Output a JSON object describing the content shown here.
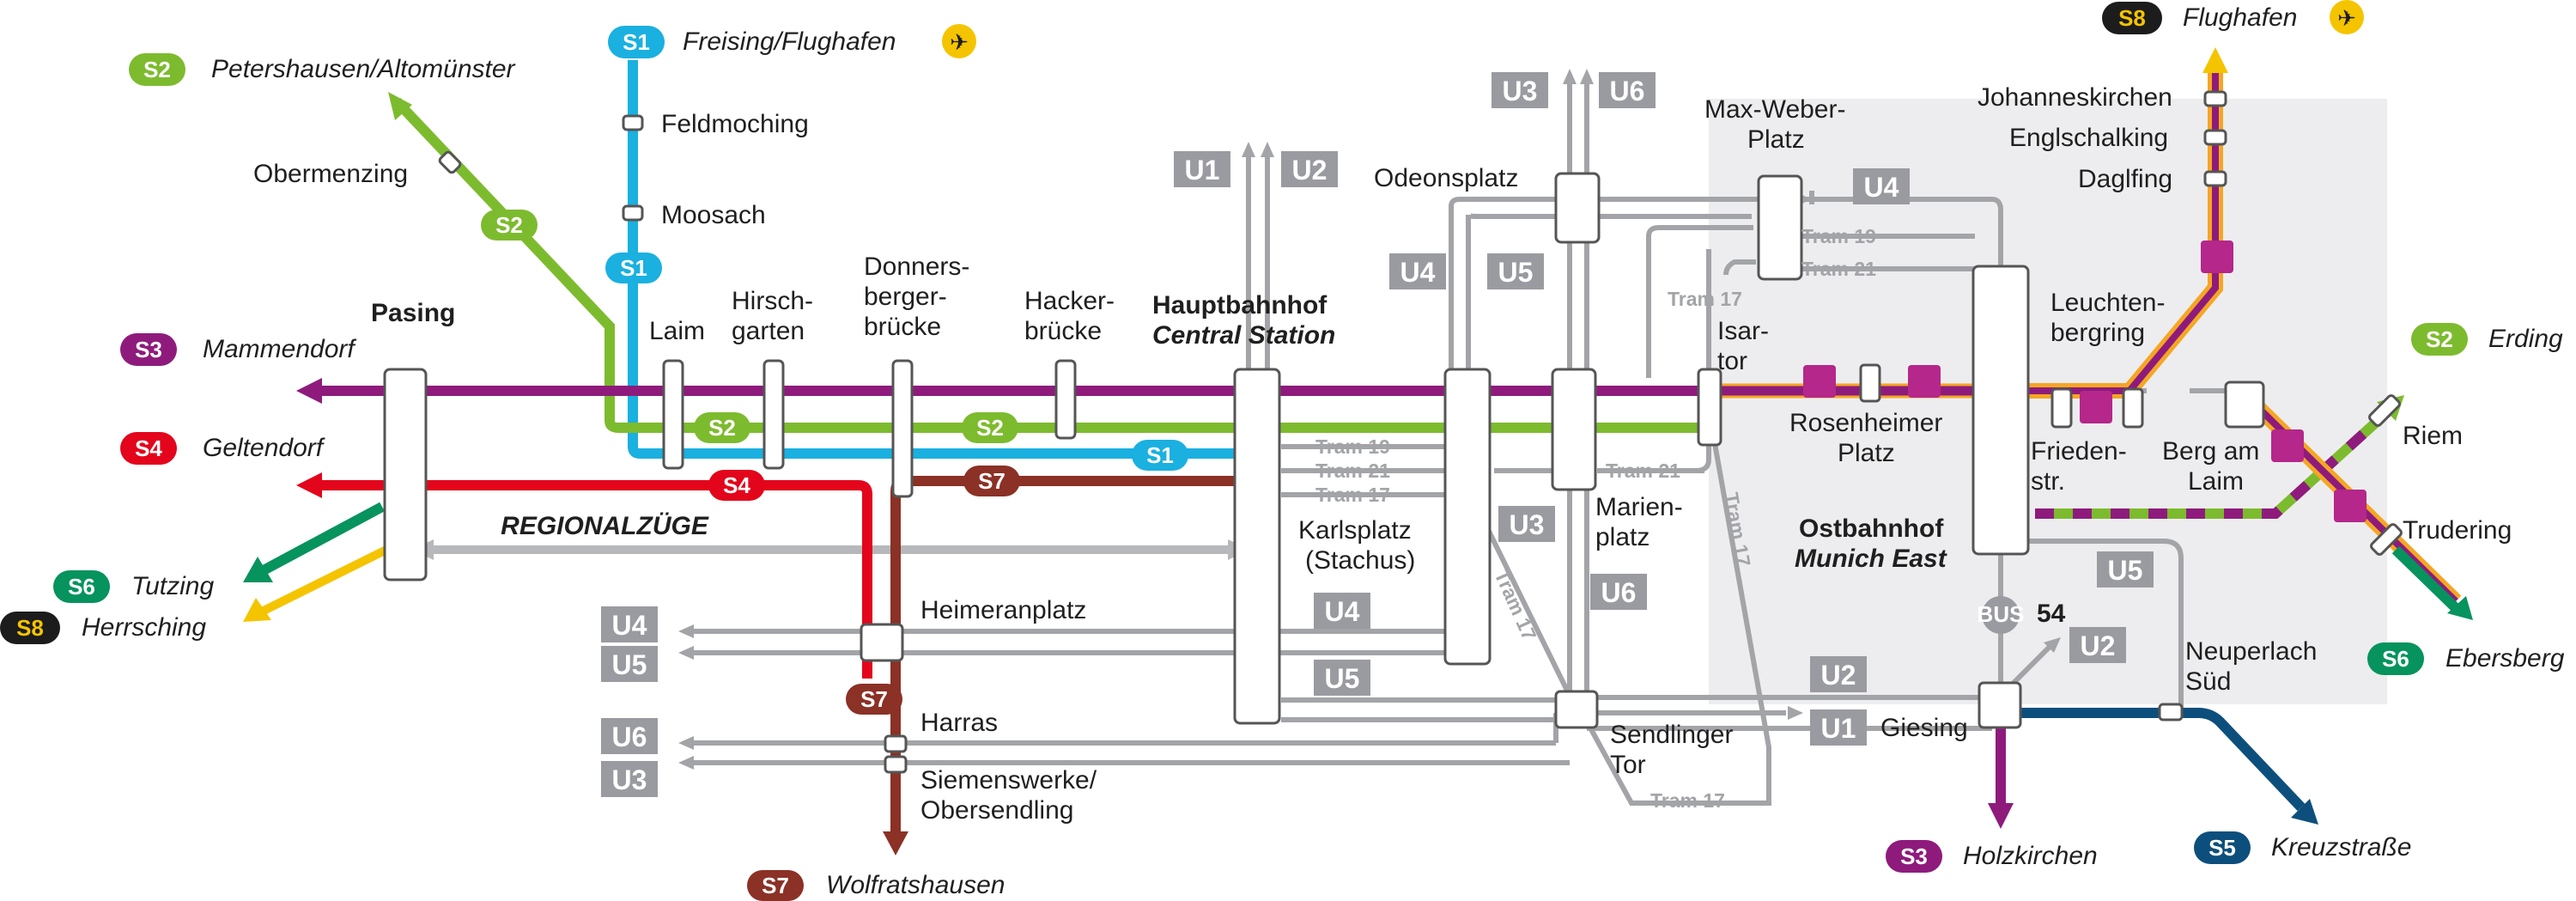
{
  "colors": {
    "s1": "#1ab0e0",
    "s2": "#7dbb2e",
    "s3": "#8e1b7c",
    "s4": "#e3051b",
    "s5": "#0d4f7c",
    "s6": "#06935d",
    "s7": "#8b3126",
    "s8": "#1c1c1c",
    "s8_line": "#f5c400",
    "ubahn": "#9a9ba0",
    "tram_line": "#a3a4a8",
    "east_area": "#ededef",
    "airport_icon": "#f5c400"
  },
  "routes": [
    {
      "id": "s1",
      "badge": "S1",
      "destination": "Freising/Flughafen",
      "airport": true
    },
    {
      "id": "s2w",
      "badge": "S2",
      "destination": "Petershausen/Altomünster"
    },
    {
      "id": "s3w",
      "badge": "S3",
      "destination": "Mammendorf"
    },
    {
      "id": "s4",
      "badge": "S4",
      "destination": "Geltendorf"
    },
    {
      "id": "s6w",
      "badge": "S6",
      "destination": "Tutzing"
    },
    {
      "id": "s8w",
      "badge": "S8",
      "destination": "Herrsching"
    },
    {
      "id": "s8n",
      "badge": "S8",
      "destination": "Flughafen",
      "airport": true
    },
    {
      "id": "s2e",
      "badge": "S2",
      "destination": "Erding"
    },
    {
      "id": "s6e",
      "badge": "S6",
      "destination": "Ebersberg"
    },
    {
      "id": "s3s",
      "badge": "S3",
      "destination": "Holzkirchen"
    },
    {
      "id": "s5",
      "badge": "S5",
      "destination": "Kreuzstraße"
    },
    {
      "id": "s7",
      "badge": "S7",
      "destination": "Wolfratshausen"
    }
  ],
  "inline_badges": {
    "s2_diag": "S2",
    "s1_vert": "S1",
    "s2_laim": "S2",
    "s2_center": "S2",
    "s1_center": "S1",
    "s4_center": "S4",
    "s7_center": "S7",
    "s7_south": "S7"
  },
  "stations": {
    "feldmoching": "Feldmoching",
    "moosach": "Moosach",
    "obermenzing": "Obermenzing",
    "pasing": "Pasing",
    "laim": "Laim",
    "hirschgarten": [
      "Hirsch-",
      "garten"
    ],
    "donnersbergerbruecke": [
      "Donners-",
      "berger-",
      "brücke"
    ],
    "hackerbruecke": [
      "Hacker-",
      "brücke"
    ],
    "hauptbahnhof": [
      "Hauptbahnhof",
      "Central Station"
    ],
    "karlsplatz": [
      "Karlsplatz",
      "(Stachus)"
    ],
    "odeonsplatz": "Odeonsplatz",
    "marienplatz": [
      "Marien-",
      "platz"
    ],
    "isartor": [
      "Isar-",
      "tor"
    ],
    "maxweberplatz": [
      "Max-Weber-",
      "Platz"
    ],
    "rosenheimerplatz": [
      "Rosenheimer",
      "Platz"
    ],
    "ostbahnhof": [
      "Ostbahnhof",
      "Munich East"
    ],
    "leuchtenbergring": [
      "Leuchten-",
      "bergring"
    ],
    "friedenstr": [
      "Frieden-",
      "str."
    ],
    "bergamlaim": [
      "Berg am",
      "Laim"
    ],
    "riem": "Riem",
    "trudering": "Trudering",
    "johanneskirchen": "Johanneskirchen",
    "englschalking": "Englschalking",
    "daglfing": "Daglfing",
    "heimeranplatz": "Heimeranplatz",
    "harras": "Harras",
    "siemenswerke": [
      "Siemenswerke/",
      "Obersendling"
    ],
    "sendlingertor": [
      "Sendlinger",
      "Tor"
    ],
    "giesing": "Giesing",
    "neuperlach": [
      "Neuperlach",
      "Süd"
    ]
  },
  "regional": "REGIONALZÜGE",
  "ubahn": {
    "u1_top": "U1",
    "u2_top": "U2",
    "u3_top": "U3",
    "u6_top": "U6",
    "u4_odeon": "U4",
    "u5_odeon": "U5",
    "u4_max": "U4",
    "u3_mari": "U3",
    "u6_mari": "U6",
    "u4_karl": "U4",
    "u5_karl": "U5",
    "u4_heim": "U4",
    "u5_heim": "U5",
    "u6_harras": "U6",
    "u3_harras": "U3",
    "u2_sendl": "U2",
    "u1_sendl": "U1",
    "u2_giesing": "U2",
    "u5_ost": "U5"
  },
  "tram": {
    "t19_hbf": "Tram 19",
    "t21_hbf": "Tram 21",
    "t17_hbf": "Tram 17",
    "t19_max": "Tram 19",
    "t21_max": "Tram 21",
    "t17_isar": "Tram 17",
    "t21_mari": "Tram 21",
    "t17_karl": "Tram 17",
    "t17_diag": "Tram 17",
    "t17_south": "Tram 17"
  },
  "bus": {
    "badge": "BUS",
    "number": "54"
  }
}
